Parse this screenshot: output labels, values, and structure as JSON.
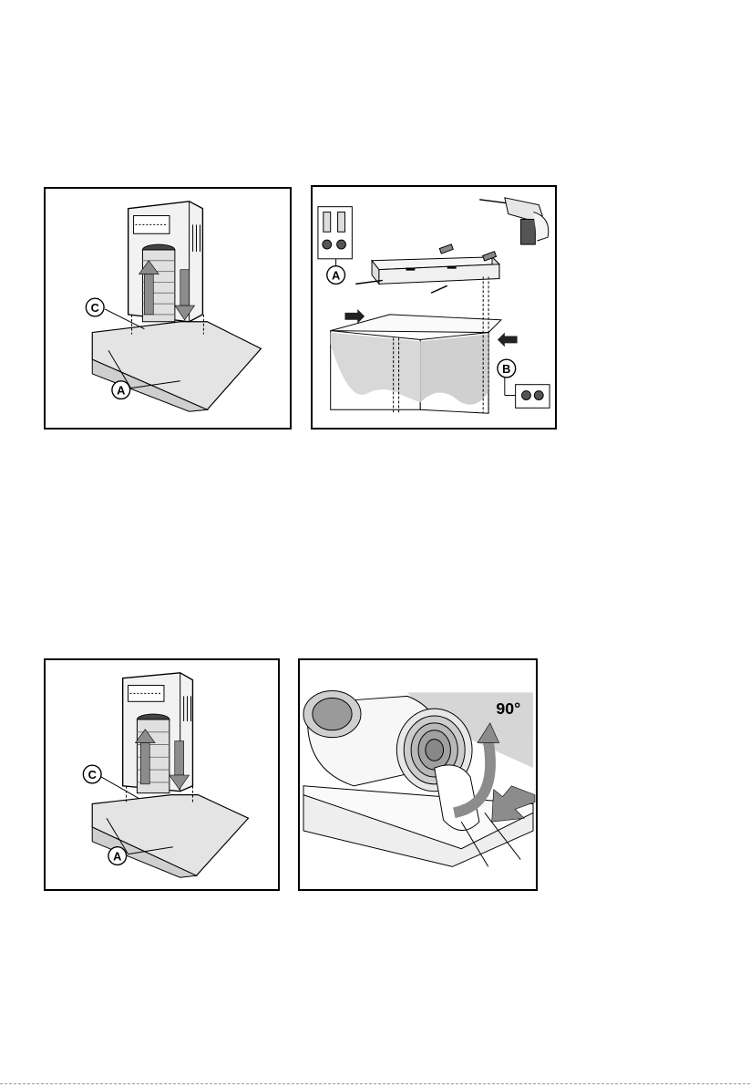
{
  "figures": {
    "fig1": {
      "callout_c": "C",
      "callout_a": "A"
    },
    "fig2": {
      "callout_a": "A",
      "callout_b": "B"
    },
    "fig3": {
      "callout_c": "C",
      "callout_a": "A"
    },
    "fig4": {
      "angle_label": "90°"
    }
  },
  "colors": {
    "line": "#000000",
    "shade_light": "#d9d9d9",
    "shade_mid": "#bdbdbd",
    "arrow": "#8c8c8c"
  }
}
